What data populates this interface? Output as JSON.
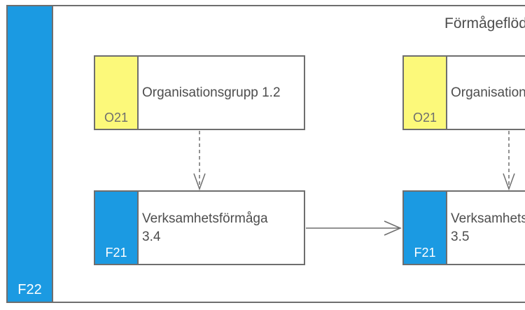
{
  "diagram": {
    "title": "Förmågeflöde",
    "group": {
      "label": "F22"
    },
    "boxes": {
      "o1": {
        "tab": "O21",
        "line1": "Organisationsgrupp 1.2",
        "line2": ""
      },
      "o2": {
        "tab": "O21",
        "line1": "Organisationsgrupp",
        "line2": ""
      },
      "f1": {
        "tab": "F21",
        "line1": "Verksamhetsförmåga",
        "line2": "3.4"
      },
      "f2": {
        "tab": "F21",
        "line1": "Verksamhetsförmåga",
        "line2": "3.5"
      }
    },
    "connections": [
      {
        "from": "o1",
        "to": "f1",
        "style": "dashed"
      },
      {
        "from": "o2",
        "to": "f2",
        "style": "dashed"
      },
      {
        "from": "f1",
        "to": "f2",
        "style": "solid"
      }
    ],
    "colors": {
      "blue": "#1b9ae2",
      "yellow": "#fcf97a",
      "border": "#6e6e6e",
      "text": "#4d4d4d"
    }
  }
}
